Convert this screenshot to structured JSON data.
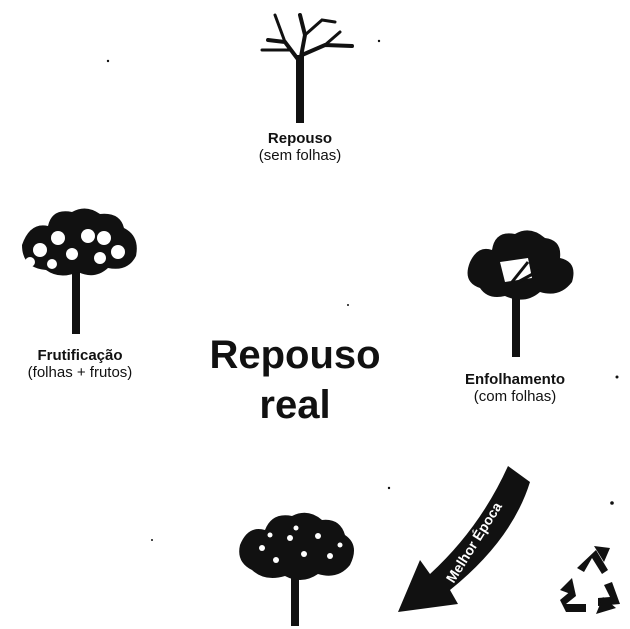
{
  "stages": {
    "repouso": {
      "title": "Repouso",
      "subtitle": "(sem folhas)"
    },
    "enfolhamento": {
      "title": "Enfolhamento",
      "subtitle": "(com folhas)"
    },
    "frutificacao": {
      "title": "Frutificação",
      "subtitle": "(folhas + frutos)"
    }
  },
  "center": {
    "line1": "Repouso",
    "line2": "real"
  },
  "arrow": {
    "label": "Melhor Época"
  },
  "icons": {
    "cycle": "recycle-icon"
  }
}
